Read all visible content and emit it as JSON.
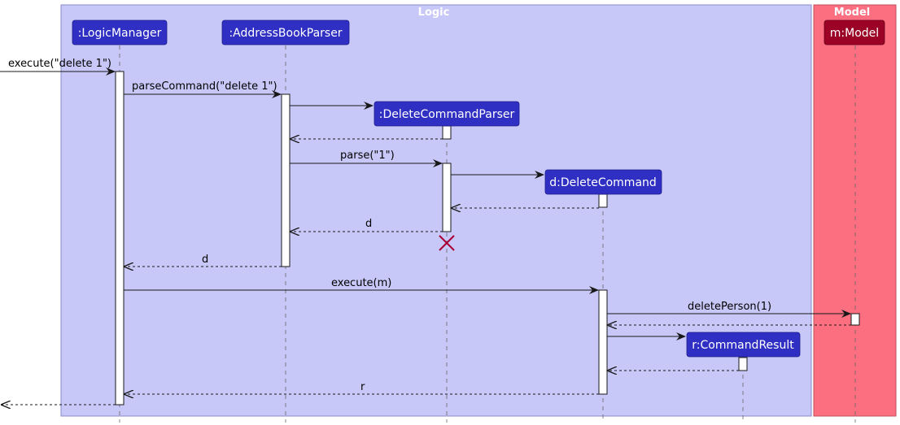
{
  "groups": {
    "logic": "Logic",
    "model": "Model"
  },
  "participants": {
    "logic_manager": ":LogicManager",
    "address_book_parser": ":AddressBookParser",
    "delete_command_parser": ":DeleteCommandParser",
    "delete_command": "d:DeleteCommand",
    "model": "m:Model",
    "command_result": "r:CommandResult"
  },
  "messages": {
    "m1": "execute(\"delete 1\")",
    "m2": "parseCommand(\"delete 1\")",
    "m3": "parse(\"1\")",
    "m4": "d",
    "m5": "d",
    "m6": "execute(m)",
    "m7": "deletePerson(1)",
    "m8": "r"
  },
  "colors": {
    "logic_bg": "#c8c8f8",
    "logic_border": "#8a8acb",
    "model_bg": "#fb6f80",
    "model_border": "#c05060",
    "participant_blue": "#2f2fc3",
    "participant_red": "#9c0126",
    "destroy_mark": "#a80036"
  }
}
